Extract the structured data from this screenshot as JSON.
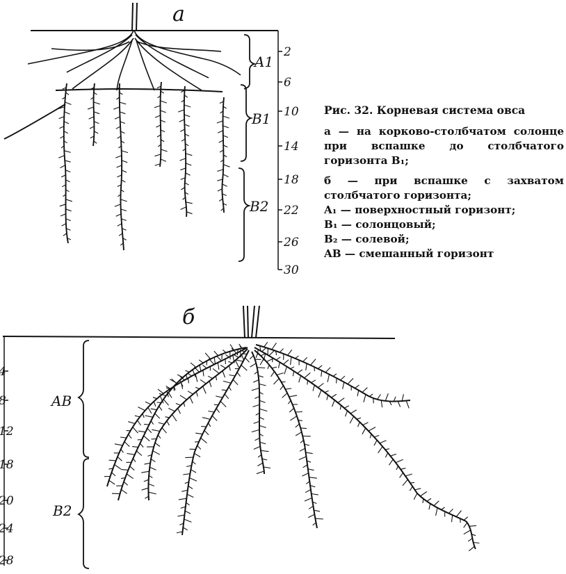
{
  "figure_a": {
    "panel_label": "а",
    "depth_ticks": [
      "2",
      "6",
      "10",
      "14",
      "18",
      "22",
      "26",
      "30"
    ],
    "horizons": [
      "A1",
      "B1",
      "B2"
    ]
  },
  "figure_b": {
    "panel_label": "б",
    "depth_ticks": [
      "4",
      "8",
      "12",
      "18",
      "20",
      "24",
      "28"
    ],
    "horizons": [
      "AB",
      "B2"
    ]
  },
  "caption": {
    "title": "Рис. 32. Корневая система овса",
    "items": [
      "а — на корково-столбчатом солонце при вспашке до столбчатого горизонта B₁;",
      "б — при вспашке с захватом столбчатого горизонта;",
      "A₁ — поверхностный горизонт;",
      "B₁ — солонцовый;",
      "B₂ — солевой;",
      "AB — смешанный горизонт"
    ]
  }
}
